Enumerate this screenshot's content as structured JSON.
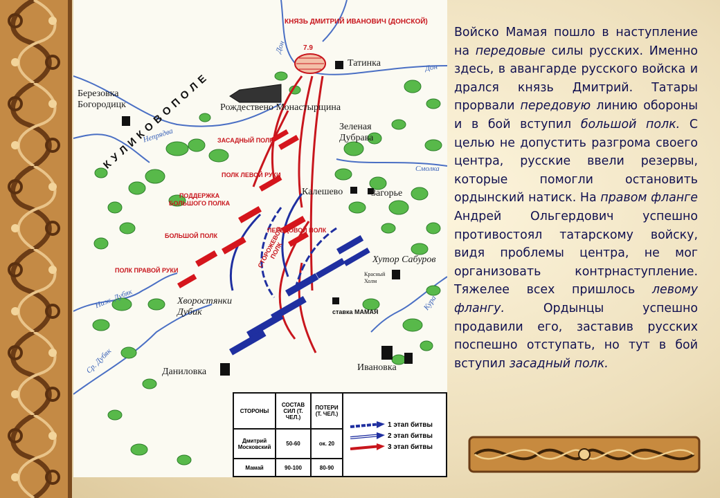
{
  "map": {
    "labels": {
      "prince": "КНЯЗЬ ДМИТРИЙ ИВАНОВИЧ\n(ДОНСКОЙ)",
      "prince_num": "7.9",
      "tatinka": "Татинка",
      "berezovka": "Березовка\nБогородицк",
      "rozhdestveno": "Рождествено Монастырщина",
      "zelenaya": "Зеленая\nДубрава",
      "kalesheva": "Калешево",
      "zagorie": "Загорье",
      "khutor": "Хутор Сабуров",
      "krasny": "Красный\nХолм",
      "khvorost": "Хворостянки\nДубик",
      "danilovka": "Даниловка",
      "ivanovka": "Ивановка",
      "kulikovo": "К У Л И К О В О   П О Л Е",
      "zasadny": "ЗАСАДНЫЙ ПОЛК",
      "levoy": "ПОЛК ЛЕВОЙ РУКИ",
      "podderzhka": "ПОДДЕРЖКА\nБОЛЬШОГО ПОЛКА",
      "bolshoy": "БОЛЬШОЙ ПОЛК",
      "peredovoy": "ПЕРЕДОВОЙ ПОЛК",
      "pravoy": "ПОЛК ПРАВОЙ РУКИ",
      "storozhevoy": "СТОРОЖЕВОЙ\nПОЛК",
      "stavka": "ставка МАМАЯ",
      "rivers": [
        "Дон",
        "Дон",
        "Непрядва",
        "Смолка",
        "Ниж. Дубяк",
        "Ср. Дубяк",
        "Кура"
      ]
    },
    "table": {
      "headers": [
        "СТОРОНЫ",
        "СОСТАВ СИЛ (Т. ЧЕЛ.)",
        "ПОТЕРИ (Т. ЧЕЛ.)"
      ],
      "rows": [
        [
          "Дмитрий Московский",
          "50-60",
          "ок. 20"
        ],
        [
          "Мамай",
          "90-100",
          "80-90"
        ]
      ]
    },
    "legend": [
      "1 этап битвы",
      "2 этап битвы",
      "3 этап битвы"
    ],
    "colors": {
      "russian": "#d5151c",
      "tatar": "#1f2fa0",
      "forest": "#55b848",
      "river": "#4a6fc4"
    }
  },
  "text": {
    "segments": [
      {
        "t": "Войско Мамая пошло в наступление на ",
        "em": false
      },
      {
        "t": "передовые",
        "em": true
      },
      {
        "t": " силы русских. Именно здесь, в авангарде русского войска и дрался князь Дмитрий. Татары прорвали ",
        "em": false
      },
      {
        "t": "передовую",
        "em": true
      },
      {
        "t": " линию обороны и в бой вступил ",
        "em": false
      },
      {
        "t": "большой полк.",
        "em": true
      },
      {
        "t": " С целью не допустить разгрома своего центра, русские ввели резервы, которые помогли остановить ордынский натиск. На ",
        "em": false
      },
      {
        "t": "правом фланге",
        "em": true
      },
      {
        "t": " Андрей Ольгердович успешно противостоял татарскому войску, видя проблемы центра, не мог организовать контрнаступление. Тяжелее всех пришлось ",
        "em": false
      },
      {
        "t": "левому флангу.",
        "em": true
      },
      {
        "t": " Ордынцы успешно продавили его, заставив русских поспешно отступать, но тут в бой вступил ",
        "em": false
      },
      {
        "t": "засадный полк.",
        "em": true
      }
    ]
  }
}
